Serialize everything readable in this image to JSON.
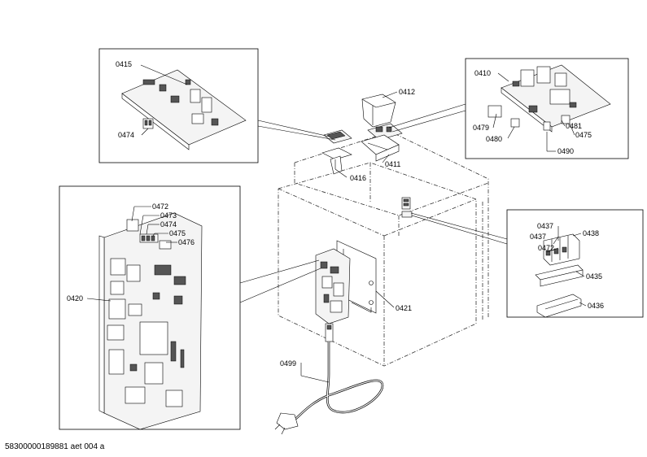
{
  "callouts": {
    "c0415": "0415",
    "c0474a": "0474",
    "c0412": "0412",
    "c0411": "0411",
    "c0416": "0416",
    "c0410": "0410",
    "c0479": "0479",
    "c0480": "0480",
    "c0481": "0481",
    "c0475a": "0475",
    "c0490": "0490",
    "c0472a": "0472",
    "c0473": "0473",
    "c0474b": "0474",
    "c0475b": "0475",
    "c0476": "0476",
    "c0420": "0420",
    "c0421": "0421",
    "c0437a": "0437",
    "c0437b": "0437",
    "c0438": "0438",
    "c0472b": "0472",
    "c0435": "0435",
    "c0436": "0436",
    "c0499": "0499"
  },
  "footer": "58300000189881 aet 004 a"
}
